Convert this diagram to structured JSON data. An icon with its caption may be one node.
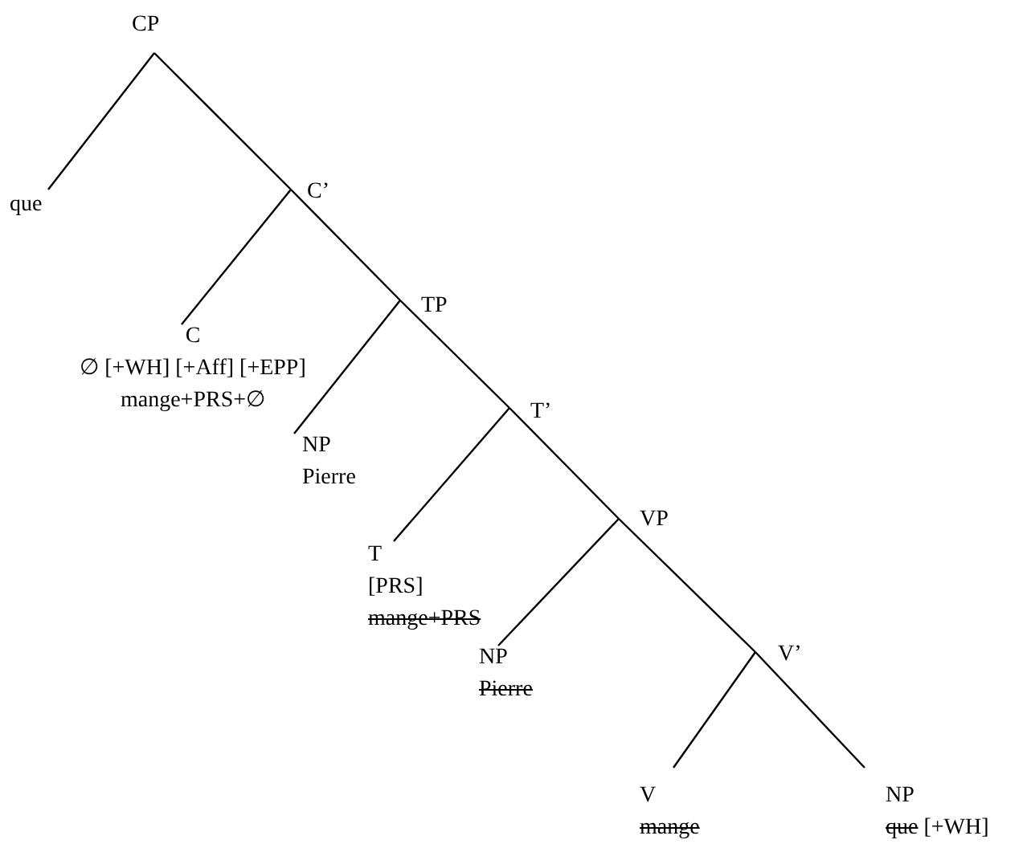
{
  "diagram": {
    "nodes": [
      {
        "text": [
          "CP"
        ]
      },
      {
        "text": [
          "que"
        ]
      },
      {
        "text": [
          "C’"
        ]
      },
      {
        "text": [
          "C",
          "∅ [+WH] [+Aff] [+EPP]",
          "mange+PRS+∅"
        ]
      },
      {
        "text": [
          "TP"
        ]
      },
      {
        "text": [
          "NP",
          "Pierre"
        ]
      },
      {
        "text": [
          "T’"
        ]
      },
      {
        "text": [
          "T",
          "[PRS]",
          "mange+PRS"
        ]
      },
      {
        "text": [
          "VP"
        ]
      },
      {
        "text": [
          "NP",
          "Pierre"
        ]
      },
      {
        "text": [
          "V’"
        ]
      },
      {
        "text": [
          "V",
          "mange"
        ]
      },
      {
        "text": [
          "NP",
          "que",
          "[+WH]"
        ]
      }
    ],
    "edges": [
      {
        "from": 0,
        "to": 1,
        "arrow": "none"
      },
      {
        "from": 0,
        "to": 2,
        "arrow": "none"
      },
      {
        "from": 2,
        "to": 3,
        "arrow": "none"
      },
      {
        "from": 2,
        "to": 4,
        "arrow": "none"
      },
      {
        "from": 4,
        "to": 5,
        "arrow": "none"
      },
      {
        "from": 4,
        "to": 6,
        "arrow": "none"
      },
      {
        "from": 6,
        "to": 7,
        "arrow": "none"
      },
      {
        "from": 6,
        "to": 8,
        "arrow": "none"
      },
      {
        "from": 8,
        "to": 9,
        "arrow": "none"
      },
      {
        "from": 8,
        "to": 10,
        "arrow": "none"
      },
      {
        "from": 10,
        "to": 11,
        "arrow": "none"
      },
      {
        "from": 10,
        "to": 12,
        "arrow": "none"
      }
    ]
  }
}
